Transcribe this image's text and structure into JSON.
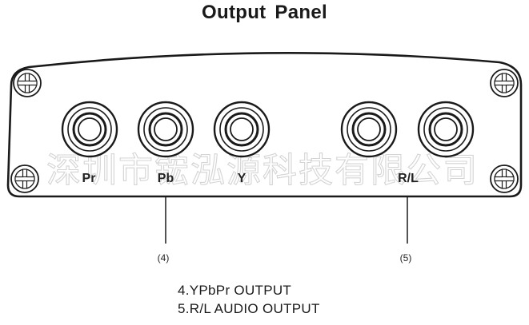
{
  "title": "Output Panel",
  "watermark": "深圳市𬭎泓源科技有限公司",
  "jacks": [
    {
      "label": "Pr"
    },
    {
      "label": "Pb"
    },
    {
      "label": "Y"
    },
    {
      "label": ""
    },
    {
      "label": "R/L"
    }
  ],
  "callouts": [
    {
      "number": "(4)"
    },
    {
      "number": "(5)"
    }
  ],
  "legend": [
    "4.YPbPr OUTPUT",
    "5.R/L AUDIO OUTPUT"
  ]
}
